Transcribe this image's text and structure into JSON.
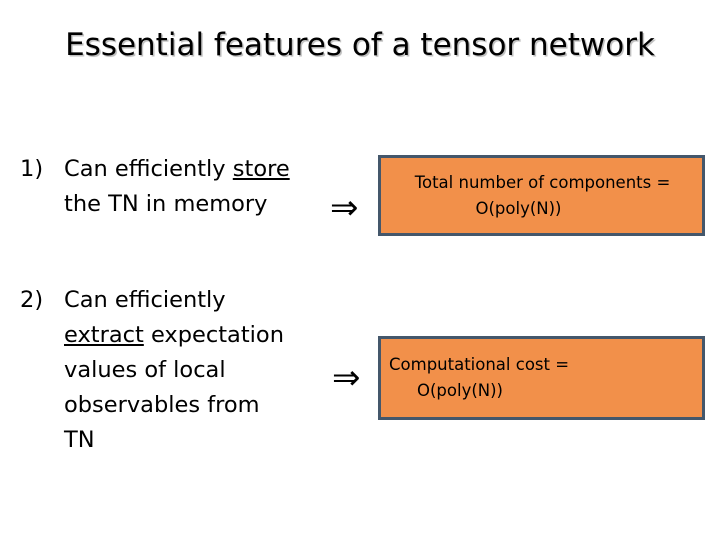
{
  "slide": {
    "title": "Essential features of a tensor network",
    "items": [
      {
        "marker": "1)",
        "line1_pre": "Can efficiently ",
        "line1_underlined": "store",
        "line2": "the TN in memory",
        "arrow": "⇒",
        "arrow_icon_name": "double-right-arrow-icon"
      },
      {
        "marker": "2)",
        "line1": "Can efficiently",
        "line2_underlined": "extract",
        "line2_post": " expectation",
        "line3": "values of local",
        "line4": "observables from",
        "line5": "TN",
        "arrow": "⇒",
        "arrow_icon_name": "double-right-arrow-icon"
      }
    ],
    "callouts": [
      {
        "line_a": "Total number of components =",
        "line_b": "O(poly(N))"
      },
      {
        "line_a": "Computational cost =",
        "line_b": "O(poly(N))"
      }
    ],
    "colors": {
      "callout_fill": "#F2904A",
      "callout_border": "#44576B",
      "text": "#000000",
      "background": "#FFFFFF"
    }
  }
}
